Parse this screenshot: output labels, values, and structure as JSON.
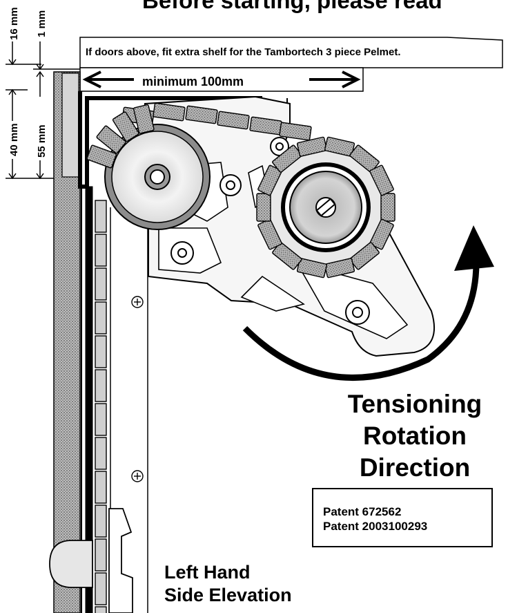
{
  "heading": "Before starting, please read",
  "note": "If doors above, fit extra shelf for the Tambortech 3 piece Pelmet.",
  "dimensions": {
    "minimum_width": "minimum 100mm",
    "top_left": "16 mm",
    "top_right": "1 mm",
    "left_height": "40 mm",
    "right_height": "55 mm"
  },
  "tensioning": {
    "line1": "Tensioning",
    "line2": "Rotation",
    "line3": "Direction"
  },
  "patents": {
    "line1": "Patent  672562",
    "line2": "Patent 2003100293"
  },
  "elevation": {
    "line1": "Left Hand",
    "line2": "Side Elevation"
  },
  "colors": {
    "ink": "#000000",
    "hatch": "#8a8a8a",
    "light_fill": "#eeeeee"
  }
}
